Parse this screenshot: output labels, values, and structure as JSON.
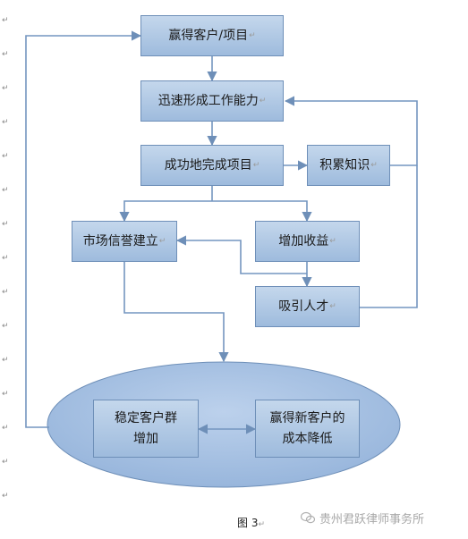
{
  "nodes": {
    "win": "赢得客户/项目",
    "rapid": "迅速形成工作能力",
    "complete": "成功地完成项目",
    "knowledge": "积累知识",
    "reputation": "市场信誉建立",
    "revenue": "增加收益",
    "talent": "吸引人才",
    "stable_line1": "稳定客户群",
    "stable_line2": "增加",
    "newclient_line1": "赢得新客户的",
    "newclient_line2": "成本降低"
  },
  "paragraph_mark": "↵",
  "caption": "图 3",
  "watermark": "贵州君跃律师事务所",
  "colors": {
    "box_fill_top": "#c4d7ec",
    "box_fill_bottom": "#9ebbdd",
    "box_border": "#6e8fb8",
    "connector": "#7496c0",
    "ellipse_fill": "#a6c1e3"
  }
}
